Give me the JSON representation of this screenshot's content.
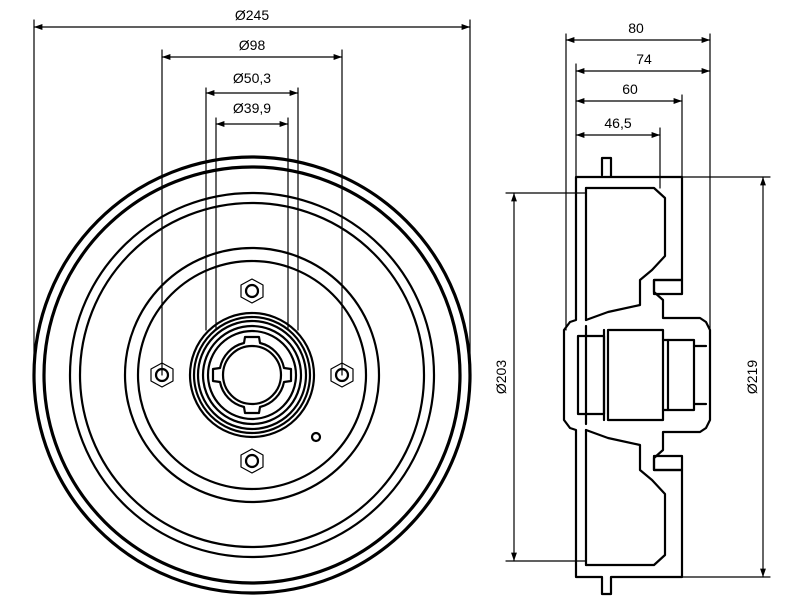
{
  "front_view": {
    "dimensions": {
      "outer_diameter": "Ø245",
      "bolt_circle": "Ø98",
      "hub_outer": "Ø50,3",
      "hub_inner": "Ø39,9"
    }
  },
  "side_view": {
    "dimensions": {
      "depth_total": "80",
      "depth_2": "74",
      "depth_3": "60",
      "depth_4": "46,5",
      "braking_diameter": "Ø203",
      "outer_diameter": "Ø219"
    }
  },
  "colors": {
    "line": "#000000",
    "background": "#ffffff"
  }
}
